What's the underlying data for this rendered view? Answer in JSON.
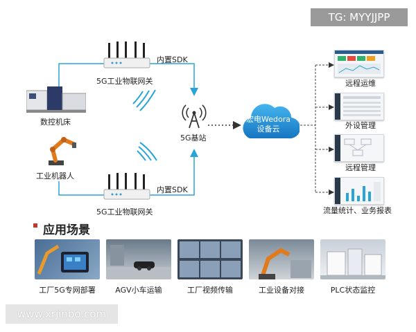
{
  "watermark_top": "TG: MYYJJPP",
  "watermark_bottom": "www.xrjinbo.com",
  "diagram": {
    "gateway_top_label": "5G工业物联网关",
    "gateway_bottom_label": "5G工业物联网关",
    "sdk_top_label": "内置SDK",
    "sdk_bottom_label": "内置SDK",
    "cnc_label": "数控机床",
    "robot_label": "工业机器人",
    "base_station_label": "5G基站",
    "cloud_label_line1": "宏电Wedora",
    "cloud_label_line2": "设备云",
    "services": [
      {
        "label": "远程运维"
      },
      {
        "label": "外设管理"
      },
      {
        "label": "远程管理"
      },
      {
        "label": "流量统计、业务报表"
      }
    ]
  },
  "scenarios": {
    "title": "应用场景",
    "items": [
      {
        "label": "工厂5G专网部署"
      },
      {
        "label": "AGV小车运输"
      },
      {
        "label": "工厂视频传输"
      },
      {
        "label": "工业设备对接"
      },
      {
        "label": "PLC状态监控"
      }
    ]
  },
  "colors": {
    "link_blue": "#2aa4d8",
    "cloud_blue": "#1e8fd6",
    "accent_red": "#c0392b"
  }
}
